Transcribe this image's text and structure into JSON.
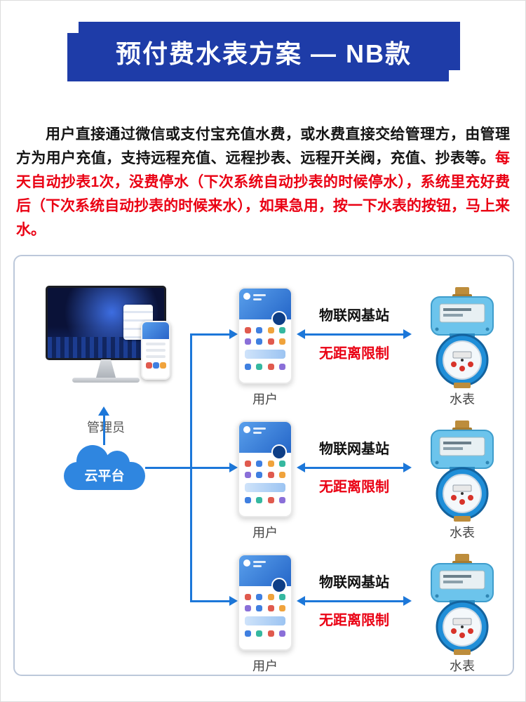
{
  "banner": {
    "title": "预付费水表方案 — NB款"
  },
  "intro": {
    "black_text": "用户直接通过微信或支付宝充值水费，或水费直接交给管理方，由管理方为用户充值，支持远程充值、远程抄表、远程开关阀，充值、抄表等。",
    "red_text": "每天自动抄表1次，没费停水（下次系统自动抄表的时候停水），系统里充好费后（下次系统自动抄表的时候来水），如果急用，按一下水表的按钮，马上来水。"
  },
  "diagram": {
    "admin_label": "管理员",
    "cloud_label": "云平台",
    "rows": [
      {
        "user_label": "用户",
        "station_label": "物联网基站",
        "limit_label": "无距离限制",
        "meter_label": "水表"
      },
      {
        "user_label": "用户",
        "station_label": "物联网基站",
        "limit_label": "无距离限制",
        "meter_label": "水表"
      },
      {
        "user_label": "用户",
        "station_label": "物联网基站",
        "limit_label": "无距离限制",
        "meter_label": "水表"
      }
    ]
  },
  "colors": {
    "banner_blue": "#1e3ca8",
    "arrow_blue": "#1c77d9",
    "red": "#ea0013",
    "cloud_blue": "#2f86e0"
  }
}
